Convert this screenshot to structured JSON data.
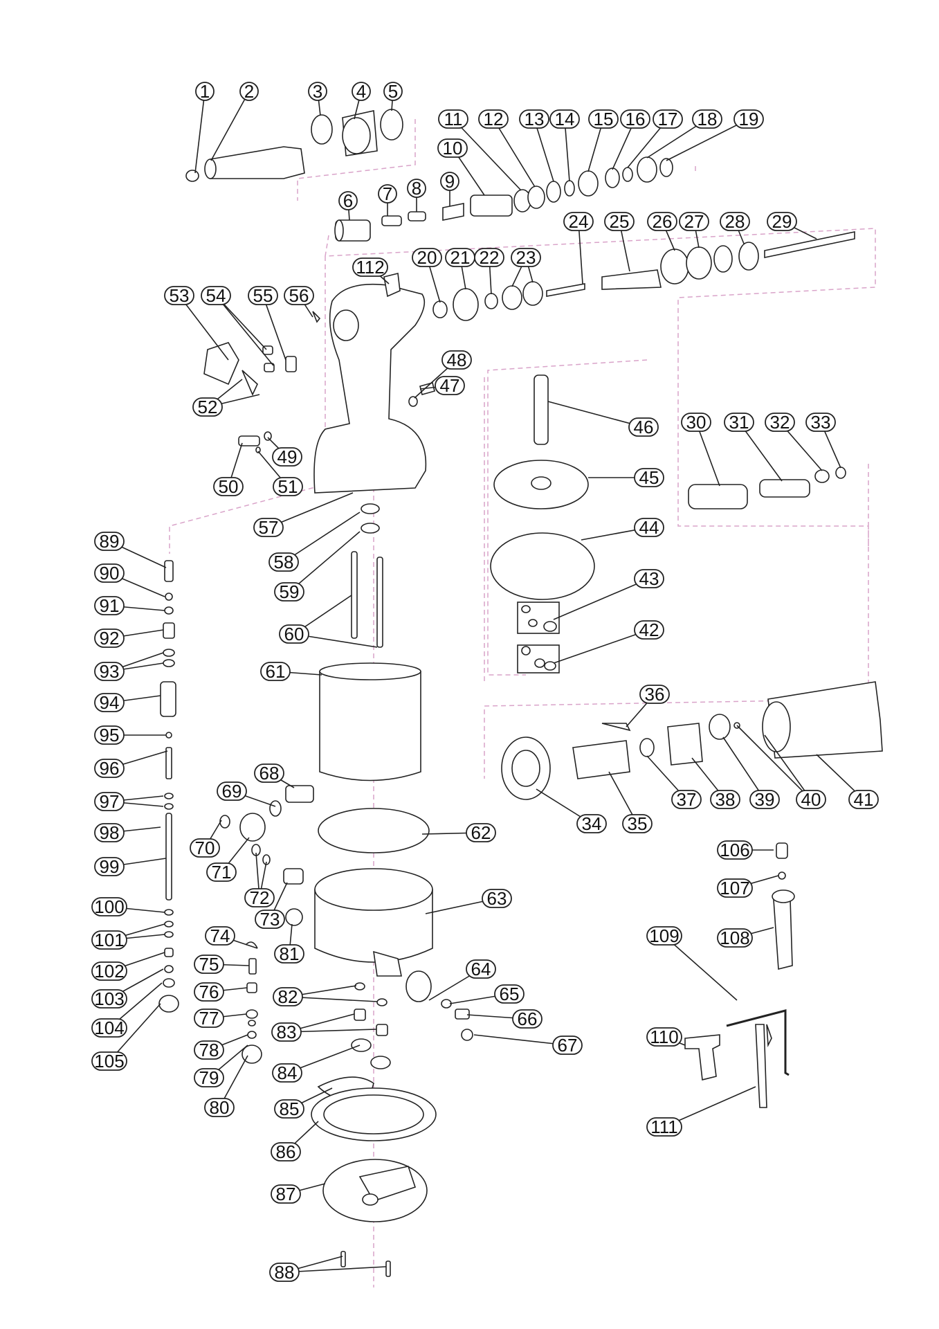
{
  "diagram": {
    "type": "exploded-parts-view",
    "colors": {
      "line": "#222222",
      "guide": "#d9a3c9",
      "paper": "#ffffff"
    },
    "labels": [
      "1",
      "2",
      "3",
      "4",
      "5",
      "6",
      "7",
      "8",
      "9",
      "10",
      "11",
      "12",
      "13",
      "14",
      "15",
      "16",
      "17",
      "18",
      "19",
      "20",
      "21",
      "22",
      "23",
      "24",
      "25",
      "26",
      "27",
      "28",
      "29",
      "30",
      "31",
      "32",
      "33",
      "34",
      "35",
      "36",
      "37",
      "38",
      "39",
      "40",
      "41",
      "42",
      "43",
      "44",
      "45",
      "46",
      "47",
      "48",
      "49",
      "50",
      "51",
      "52",
      "53",
      "54",
      "55",
      "56",
      "57",
      "58",
      "59",
      "60",
      "61",
      "62",
      "63",
      "64",
      "65",
      "66",
      "67",
      "68",
      "69",
      "70",
      "71",
      "72",
      "73",
      "74",
      "75",
      "76",
      "77",
      "78",
      "79",
      "80",
      "81",
      "82",
      "83",
      "84",
      "85",
      "86",
      "87",
      "88",
      "89",
      "90",
      "91",
      "92",
      "93",
      "94",
      "95",
      "96",
      "97",
      "98",
      "99",
      "100",
      "101",
      "102",
      "103",
      "104",
      "105",
      "106",
      "107",
      "108",
      "109",
      "110",
      "111",
      "112"
    ]
  }
}
